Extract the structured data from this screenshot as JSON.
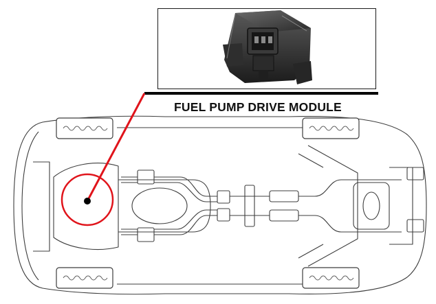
{
  "callout": {
    "title": "FUEL PUMP DRIVE MODULE",
    "accent_color": "#e0141b",
    "line_color": "#000000"
  },
  "image": {
    "component_icon": "fuel-pump-drive-module-photo",
    "vehicle_icon": "car-underbody-outline"
  }
}
